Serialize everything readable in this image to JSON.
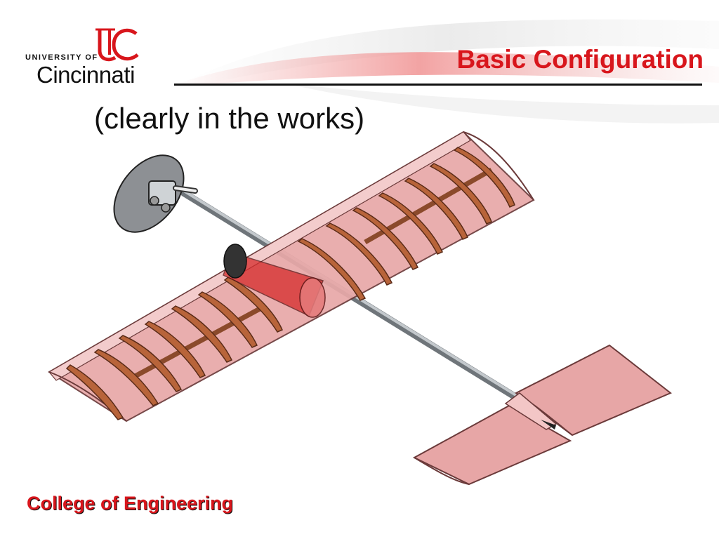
{
  "header": {
    "logo_small": "UNIVERSITY OF",
    "logo_big": "Cincinnati",
    "title": "Basic Configuration"
  },
  "main": {
    "subtitle": "(clearly in the works)",
    "figure_icon": "rc-airplane-cad-model-icon"
  },
  "footer": {
    "label": "College of Engineering"
  },
  "colors": {
    "accent_red": "#d8161c",
    "wing_pink": "#e8a8a8",
    "rib_brown": "#a0522d",
    "boom_gray": "#9aa0a6"
  }
}
